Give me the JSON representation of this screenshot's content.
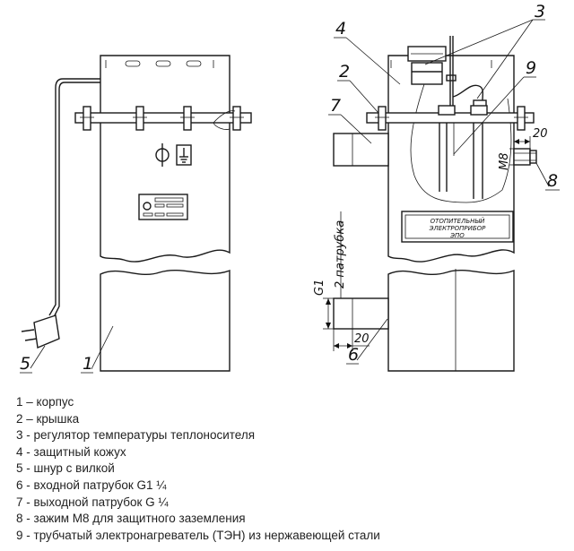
{
  "callouts": [
    "1",
    "2",
    "3",
    "4",
    "5",
    "6",
    "7",
    "8",
    "9"
  ],
  "dimensions": {
    "nut_width_8": "20",
    "nut_width_6": "20",
    "thread_8": "M8",
    "thread_6": "G1",
    "pipe_note": "2 патрубка"
  },
  "nameplate": {
    "line1": "ОТОПИТЕЛЬНЫЙ",
    "line2": "ЭЛЕКТРОПРИБОР",
    "line3": "ЭПО"
  },
  "legend": [
    "1 – корпус",
    "2 – крышка",
    "3 - регулятор температуры теплоносителя",
    "4 - защитный кожух",
    "5 - шнур с вилкой",
    "6 - входной патрубок G1 ¼",
    "7 - выходной патрубок G ¼",
    "8 - зажим М8 для защитного заземления",
    "9 - трубчатый электронагреватель (ТЭН) из нержавеющей стали"
  ]
}
